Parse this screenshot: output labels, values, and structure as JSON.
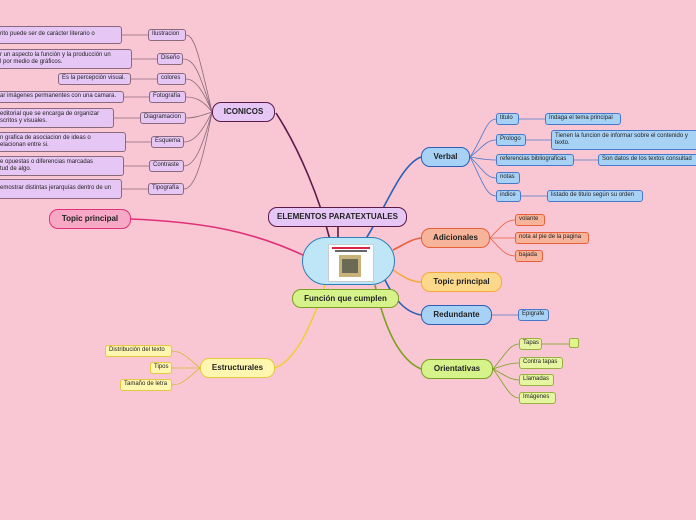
{
  "colors": {
    "background": "#f9c6d3"
  },
  "center": {
    "root": "ELEMENTOS PARATEXTUALES",
    "sub": "Función que cumplen",
    "image_name": "document-thumbnail"
  },
  "topic_left": "Topic principal",
  "iconicos": {
    "label": "ICONICOS",
    "items": [
      {
        "label": "Ilustracion",
        "desc": "rito puede ser de carácter literario o"
      },
      {
        "label": "Diseño",
        "desc": "r un aspecto la función y la producción un\nl por medio de gráficos."
      },
      {
        "label": "colores",
        "desc": "Es la percepción visual."
      },
      {
        "label": "Fotografía",
        "desc": "ar imágenes permanentes con una camara."
      },
      {
        "label": "Diagramacion",
        "desc": "editorial que se encarga de organizar\nscritos y visuales."
      },
      {
        "label": "Esquema",
        "desc": "n grafica de asociacion de ideas o\nelacionan entre si."
      },
      {
        "label": "Contraste",
        "desc": "e opuestas o diferencias marcadas\ntud de algo."
      },
      {
        "label": "Tipografía",
        "desc": "emostrar distintas jerarquías dentro de un"
      }
    ]
  },
  "verbal": {
    "label": "Verbal",
    "items": [
      {
        "label": "titulo",
        "desc": "Indaga el tema principal"
      },
      {
        "label": "Prologo",
        "desc": "Tienen la funcion de informar sobre el contenido y\ntexto."
      },
      {
        "label": "referencias bibliograficas",
        "desc": "Son datos de los textos consultad"
      },
      {
        "label": "notas",
        "desc": ""
      },
      {
        "label": "indice",
        "desc": "listado de titulo según su orden"
      }
    ]
  },
  "adicionales": {
    "label": "Adicionales",
    "items": [
      "volante",
      "nota al pie de la pagina",
      "bajada"
    ]
  },
  "topic_right": "Topic principal",
  "redundante": {
    "label": "Redundante",
    "items": [
      "Epigrafe"
    ]
  },
  "orientativas": {
    "label": "Orientativas",
    "items": [
      "Tapas",
      "Contra tapas",
      "Llamadas",
      "Imágenes"
    ]
  },
  "estructurales": {
    "label": "Estructurales",
    "items": [
      "Distribución del texto",
      "Tipos",
      "Tamaño de letra"
    ]
  }
}
